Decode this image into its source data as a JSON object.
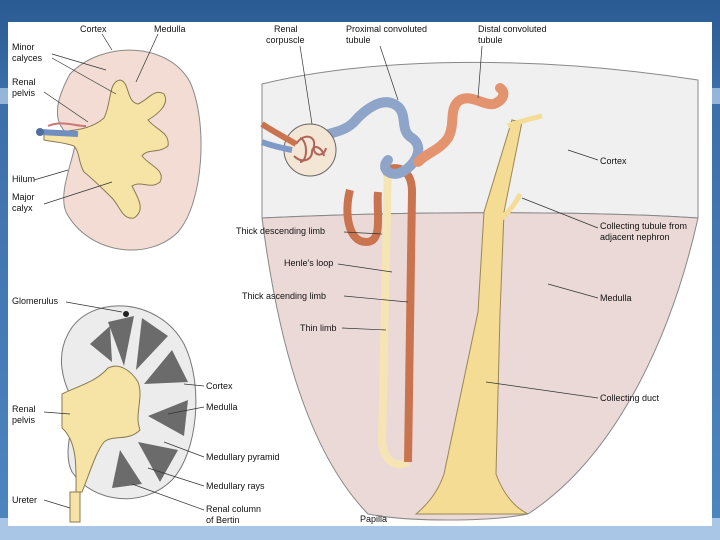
{
  "labels": {
    "cortex_top": "Cortex",
    "medulla_top": "Medulla",
    "minor_calyces": [
      "Minor",
      "calyces"
    ],
    "renal_pelvis_top": [
      "Renal",
      "pelvis"
    ],
    "hilum": "Hilum",
    "major_calyx": [
      "Major",
      "calyx"
    ],
    "glomerulus": "Glomerulus",
    "renal_pelvis_bottom": [
      "Renal",
      "pelvis"
    ],
    "ureter": "Ureter",
    "cortex_mid": "Cortex",
    "medulla_mid": "Medulla",
    "medullary_pyramid": "Medullary pyramid",
    "medullary_rays": "Medullary rays",
    "renal_column": [
      "Renal column",
      "of Bertin"
    ],
    "renal_corpuscle": [
      "Renal",
      "corpuscle"
    ],
    "proximal_tubule": [
      "Proximal convoluted",
      "tubule"
    ],
    "distal_tubule": [
      "Distal convoluted",
      "tubule"
    ],
    "cortex_right": "Cortex",
    "collecting_tubule": [
      "Collecting tubule from",
      "adjacent nephron"
    ],
    "medulla_right": "Medulla",
    "collecting_duct": "Collecting duct",
    "thick_descending": "Thick descending limb",
    "henles_loop": "Henle's loop",
    "thick_ascending": "Thick ascending limb",
    "thin_limb": "Thin limb",
    "papilla": "Papilla"
  },
  "colors": {
    "kidney_fill": "#f2dcd3",
    "pelvis_fill": "#f6e4a6",
    "proximal": "#8ea4c9",
    "loop": "#c9744e",
    "collecting": "#f5dc94",
    "cortex_zone": "#f0f0f0",
    "medulla_zone": "#ead9d6"
  }
}
